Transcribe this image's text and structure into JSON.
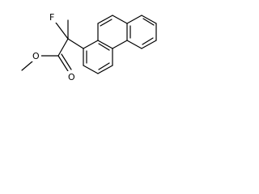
{
  "atoms": {
    "F": "F",
    "O_carbonyl": "O",
    "O_ester": "O"
  }
}
